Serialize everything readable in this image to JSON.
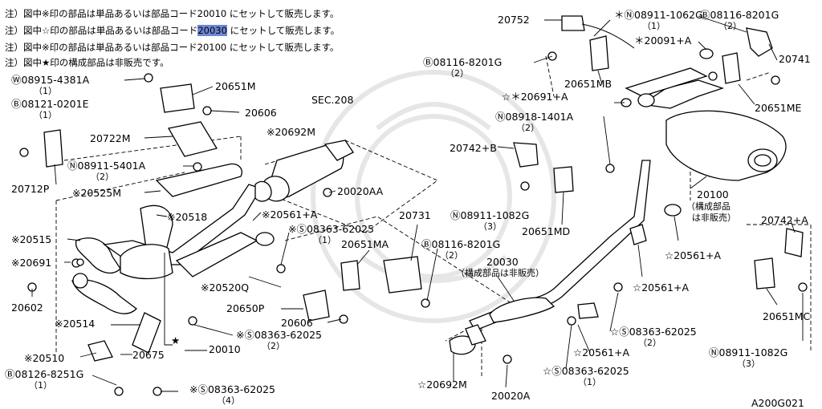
{
  "notes": {
    "line1_prefix": "注）図中※印の部品は単品あるいは部品コード",
    "line1_code": "20010",
    "line1_suffix": "にセットして販売します。",
    "line2_prefix": "注）図中☆印の部品は単品あるいは部品コード",
    "line2_code_a": "2003",
    "line2_code_b": "0",
    "line2_suffix": "にセットして販売します。",
    "line3_prefix": "注）図中※印の部品は単品あるいは部品コード",
    "line3_code": "20100",
    "line3_suffix": "にセットして販売します。",
    "line4": "注）図中★印の構成部品は非販売です。"
  },
  "labels": {
    "p20752": "20752",
    "p08911_1062g_top": "＊Ⓝ08911-1062G",
    "p08911_1062g_top_qty": "（1）",
    "p08116_8201g_topright": "Ⓑ08116-8201G",
    "p08116_8201g_topright_qty": "（2）",
    "p20091a": "＊20091+A",
    "p20741": "20741",
    "p08116_8201g_left": "Ⓑ08116-8201G",
    "p08116_8201g_left_qty": "（2）",
    "p20651mb": "20651MB",
    "p20691a": "☆＊20691+A",
    "p20651me": "20651ME",
    "p08918_1401a": "Ⓝ08918-1401A",
    "p08918_1401a_qty": "（2）",
    "p20742b": "20742+B",
    "p20100": "20100",
    "p20100_note1": "（構成部品",
    "p20100_note2": "は非販売）",
    "p08911_1082g_mid": "Ⓝ08911-1082G",
    "p08911_1082g_mid_qty": "（3）",
    "p20651md": "20651MD",
    "p20742a": "20742+A",
    "p20561a_r1": "☆20561+A",
    "p20561a_r2": "☆20561+A",
    "p20651mc": "20651MC",
    "p08911_1082g_right": "Ⓝ08911-1082G",
    "p08911_1082g_right_qty": "（3）",
    "p08915_4381a": "Ⓦ08915-4381A",
    "p08915_4381a_qty": "（1）",
    "p20651m": "20651M",
    "p08121_0201e": "Ⓑ08121-0201E",
    "p08121_0201e_qty": "（1）",
    "p20606_top": "20606",
    "sec208": "SEC.208",
    "p20722m": "20722M",
    "p20692m_top": "※20692M",
    "p08911_5401a": "Ⓝ08911-5401A",
    "p08911_5401a_qty": "（2）",
    "p20712p": "20712P",
    "p20525m": "※20525M",
    "p20020aa": "20020AA",
    "p20518": "※20518",
    "p20561a_mid": "※20561+A",
    "p20731": "20731",
    "p20515": "※20515",
    "p08363_top": "※Ⓢ08363-62025",
    "p08363_top_qty": "（1）",
    "p20651ma": "20651MA",
    "p08116_8201g_mid": "Ⓑ08116-8201G",
    "p08116_8201g_mid_qty": "（2）",
    "p20691": "※20691",
    "p20030": "20030",
    "p20030_note": "（構成部品は非販売）",
    "p20520q": "※20520Q",
    "p20602": "20602",
    "p20650p": "20650P",
    "p20606_mid": "20606",
    "p20514": "※20514",
    "p08363_mid": "※Ⓢ08363-62025",
    "p08363_mid_qty": "（2）",
    "p08363_right": "☆Ⓢ08363-62025",
    "p08363_right_qty": "（2）",
    "star": "★",
    "p20010": "20010",
    "p20510": "※20510",
    "p20675": "20675",
    "p20561a_low": "☆20561+A",
    "p08126_8251g": "Ⓑ08126-8251G",
    "p08126_8251g_qty": "（1）",
    "p08363_bottom_right": "☆Ⓢ08363-62025",
    "p08363_bottom_right_qty": "（1）",
    "p20692m_bottom": "☆20692M",
    "p08363_bottom": "※Ⓢ08363-62025",
    "p08363_bottom_qty": "（4）",
    "p20020a": "20020A",
    "figure_code": "A200G021"
  }
}
